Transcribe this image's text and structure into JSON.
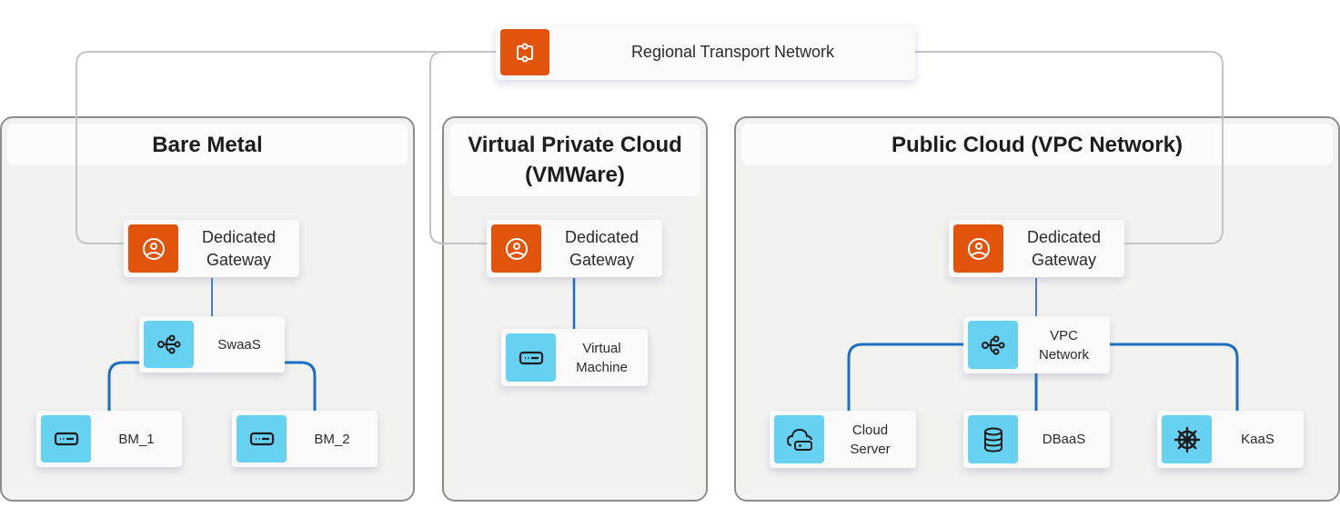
{
  "hub": {
    "label": "Regional Transport Network",
    "icon": "transport-network-icon"
  },
  "colors": {
    "gateway": "#e2540c",
    "service": "#67d1f2",
    "uplink": "#c4c4c4",
    "downlink": "#1a6fc4"
  },
  "panels": [
    {
      "title": "Bare Metal",
      "gateway": {
        "label": "Dedicated Gateway",
        "icon": "gateway-user-icon"
      },
      "switch": {
        "label": "SwaaS",
        "icon": "network-share-icon"
      },
      "children": [
        {
          "label": "BM_1",
          "icon": "server-icon"
        },
        {
          "label": "BM_2",
          "icon": "server-icon"
        }
      ]
    },
    {
      "title": "Virtual Private Cloud (VMWare)",
      "gateway": {
        "label": "Dedicated Gateway",
        "icon": "gateway-user-icon"
      },
      "children": [
        {
          "label": "Virtual Machine",
          "icon": "server-icon"
        }
      ]
    },
    {
      "title": "Public Cloud (VPC Network)",
      "gateway": {
        "label": "Dedicated Gateway",
        "icon": "gateway-user-icon"
      },
      "switch": {
        "label": "VPC Network",
        "icon": "network-share-icon"
      },
      "children": [
        {
          "label": "Cloud Server",
          "icon": "cloud-server-icon"
        },
        {
          "label": "DBaaS",
          "icon": "database-icon"
        },
        {
          "label": "KaaS",
          "icon": "kubernetes-helm-icon"
        }
      ]
    }
  ]
}
